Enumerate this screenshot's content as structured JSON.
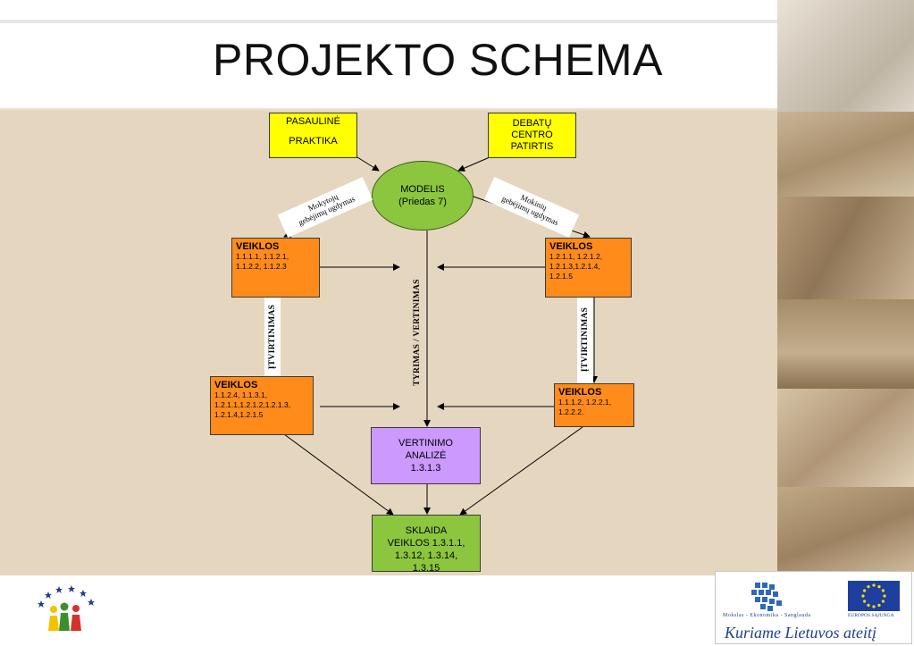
{
  "slide": {
    "title": "PROJEKTO SCHEMA"
  },
  "diagram": {
    "source_left": "PASAULINĖ\n\nPRAKTIKA",
    "source_right": "DEBATŲ\nCENTRO\nPATIRTIS",
    "model": "MODELIS\n(Priedas 7)",
    "banner_left": "Mokytojų\ngebėjimų ugdymas",
    "banner_right": "Mokinių\ngebėjimų ugdymas",
    "activity_top_left": {
      "heading": "VEIKLOS",
      "codes": "1.1.1.1, 1.1.2.1,\n1.1.2.2, 1.1.2.3"
    },
    "activity_top_right": {
      "heading": "VEIKLOS",
      "codes": "1.2.1.1, 1.2.1.2,\n1.2.1.3,1.2.1.4,\n1.2.1.5"
    },
    "activity_bottom_left": {
      "heading": "VEIKLOS",
      "codes": "1.1.2.4, 1.1.3.1,\n1.2.1.1,1.2.1.2,1.2.1.3,\n1.2.1.4,1.2.1.5"
    },
    "activity_bottom_right": {
      "heading": "VEIKLOS",
      "codes": "1.1.1.2, 1.2.2.1,\n1.2.2.2."
    },
    "label_left": "ĮTVIRTINIMAS",
    "label_right": "ĮTVIRTINIMAS",
    "label_center": "TYRIMAS / VERTINIMAS",
    "evaluation": "VERTINIMO\nANALIZĖ\n1.3.1.3",
    "dissemination": "SKLAIDA\nVEIKLOS 1.3.1.1,\n1.3.12, 1.3.14,\n1.3.15"
  },
  "footer": {
    "left_logo_icon": "people-stars-logo-icon",
    "esf_text": "Mokslas - Ekonomika - Sanglauda",
    "eu_text": "EUROPOS SĄJUNGA",
    "slogan": "Kuriame Lietuvos ateitį"
  },
  "colors": {
    "background_band": "#e5d6bf",
    "yellow_box": "#ffff00",
    "orange_box": "#ff8c1a",
    "green_box": "#8cc63f",
    "purple_box": "#cc99ff",
    "eu_blue": "#1f3f8f"
  }
}
